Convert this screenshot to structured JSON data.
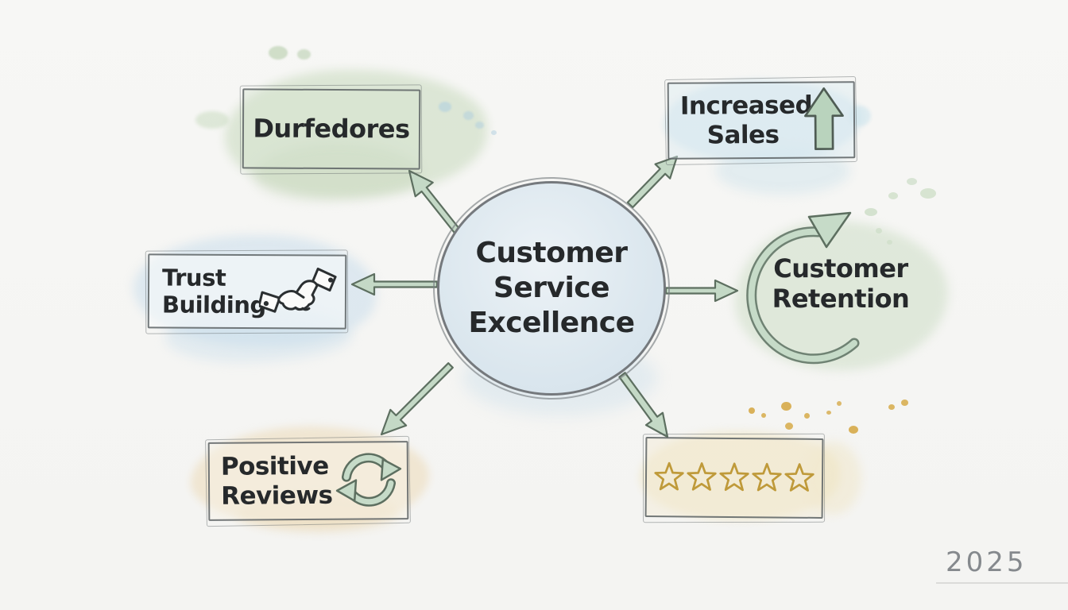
{
  "title": "Customer Service Excellence diagram",
  "center": {
    "line1": "Customer",
    "line2": "Service",
    "line3": "Excellence"
  },
  "nodes": {
    "benefits": {
      "label": "Durfedores"
    },
    "increased_sales": {
      "line1": "Increased",
      "line2": "Sales",
      "icon": "up-arrow-icon"
    },
    "trust_building": {
      "line1": "Trust",
      "line2": "Building",
      "icon": "handshake-icon"
    },
    "customer_retention": {
      "line1": "Customer",
      "line2": "Retention",
      "icon": "cycle-arrow-icon"
    },
    "positive_reviews": {
      "line1": "Positive",
      "line2": "Reviews",
      "icon": "refresh-icon"
    },
    "five_star_rating": {
      "stars": 5,
      "icon": "star-icon"
    }
  },
  "footer": {
    "year": "2025"
  },
  "colors": {
    "paper": "#f5f5f3",
    "ink": "#26292b",
    "pencil_gray": "#5c6164",
    "arrow_fill": "#c4d9c6",
    "arrow_outline": "#5d6f60",
    "circle_fill": "#dde8ef",
    "green_wash": "#d7e4cf",
    "blue_wash": "#d7e5f0",
    "tan_wash": "#eedfc2",
    "yellow_wash": "#f1e7cb",
    "star_gold": "#bf9a3a",
    "gold_dot": "#d6aa48",
    "year_gray": "#85898d"
  }
}
